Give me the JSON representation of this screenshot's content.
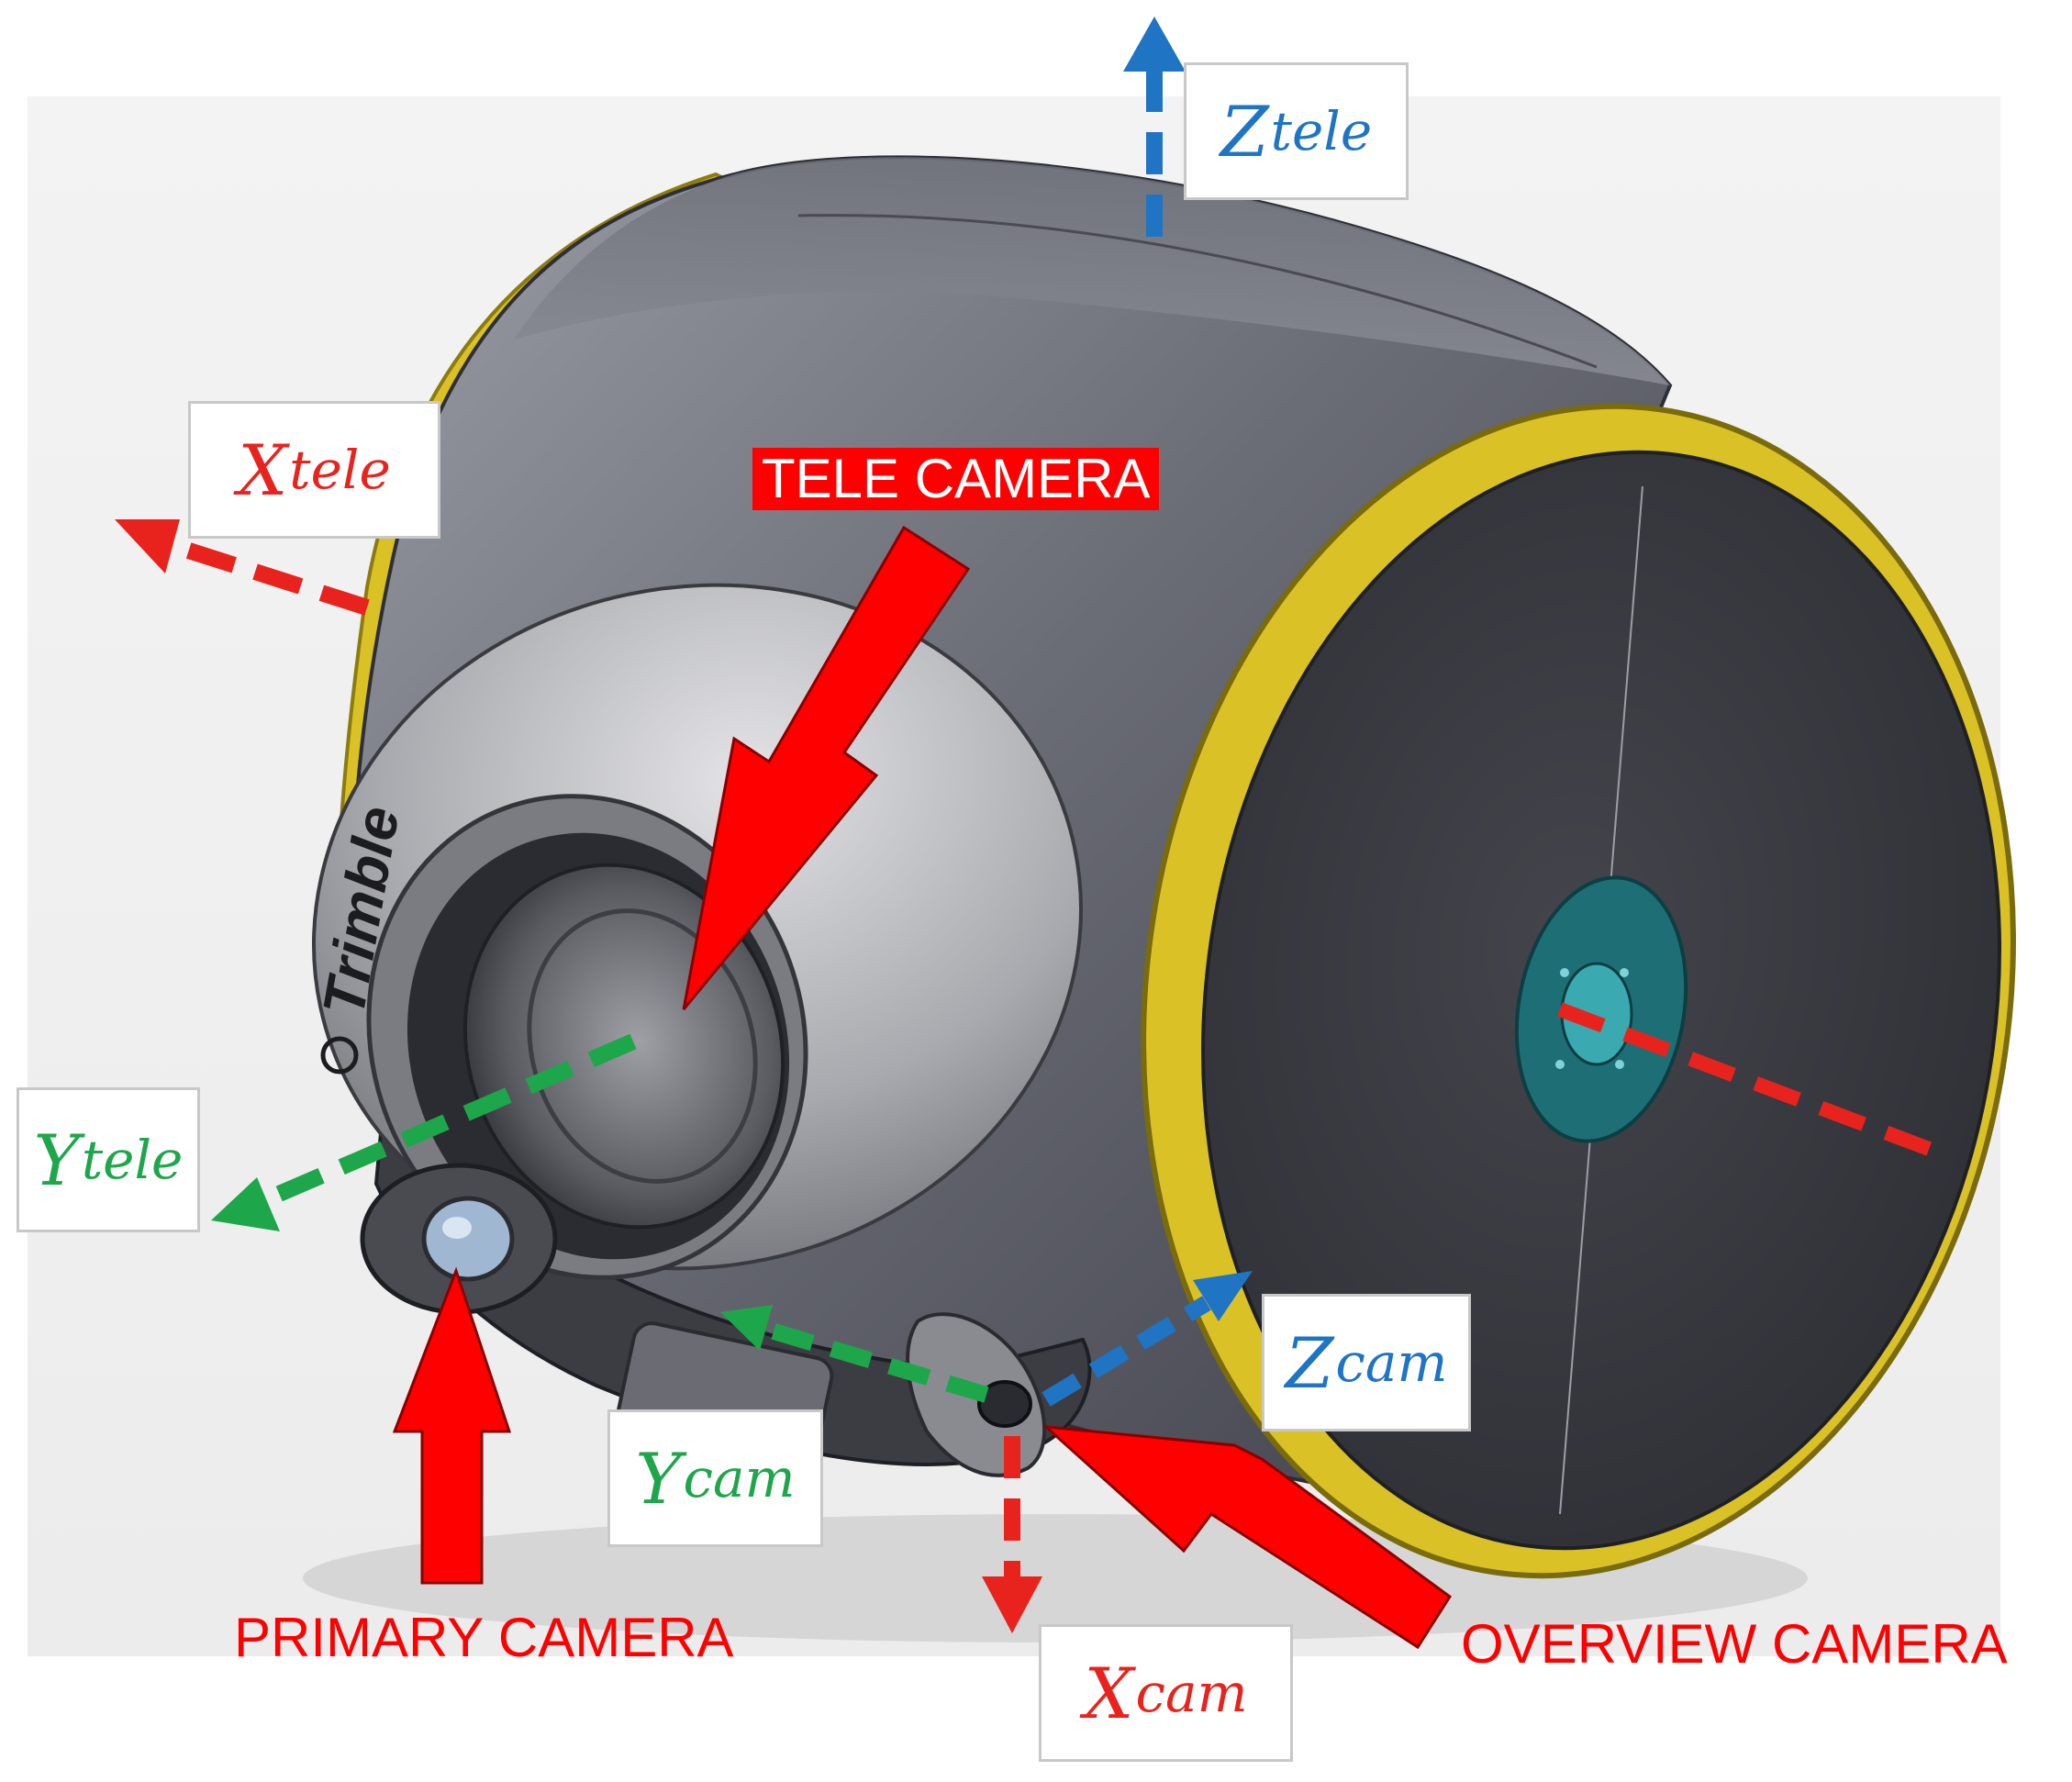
{
  "labels": {
    "tele_camera": "TELE CAMERA",
    "primary_camera": "PRIMARY CAMERA",
    "overview_camera": "OVERVIEW CAMERA"
  },
  "axes": {
    "z_tele": {
      "symbol": "Z",
      "subscript": "tele"
    },
    "x_tele": {
      "symbol": "X",
      "subscript": "tele"
    },
    "y_tele": {
      "symbol": "Y",
      "subscript": "tele"
    },
    "z_cam": {
      "symbol": "Z",
      "subscript": "cam"
    },
    "y_cam": {
      "symbol": "Y",
      "subscript": "cam"
    },
    "x_cam": {
      "symbol": "X",
      "subscript": "cam"
    }
  },
  "logo_text": "Trimble",
  "colors": {
    "x_axis": "#e8231d",
    "y_axis": "#1ea64a",
    "z_axis": "#1f74c4",
    "callout_arrow": "#ff0000",
    "body_dark": "#5d5f68",
    "body_light": "#8d8f99",
    "yellow_trim": "#d9c126",
    "mount_teal": "#1e6f75"
  }
}
